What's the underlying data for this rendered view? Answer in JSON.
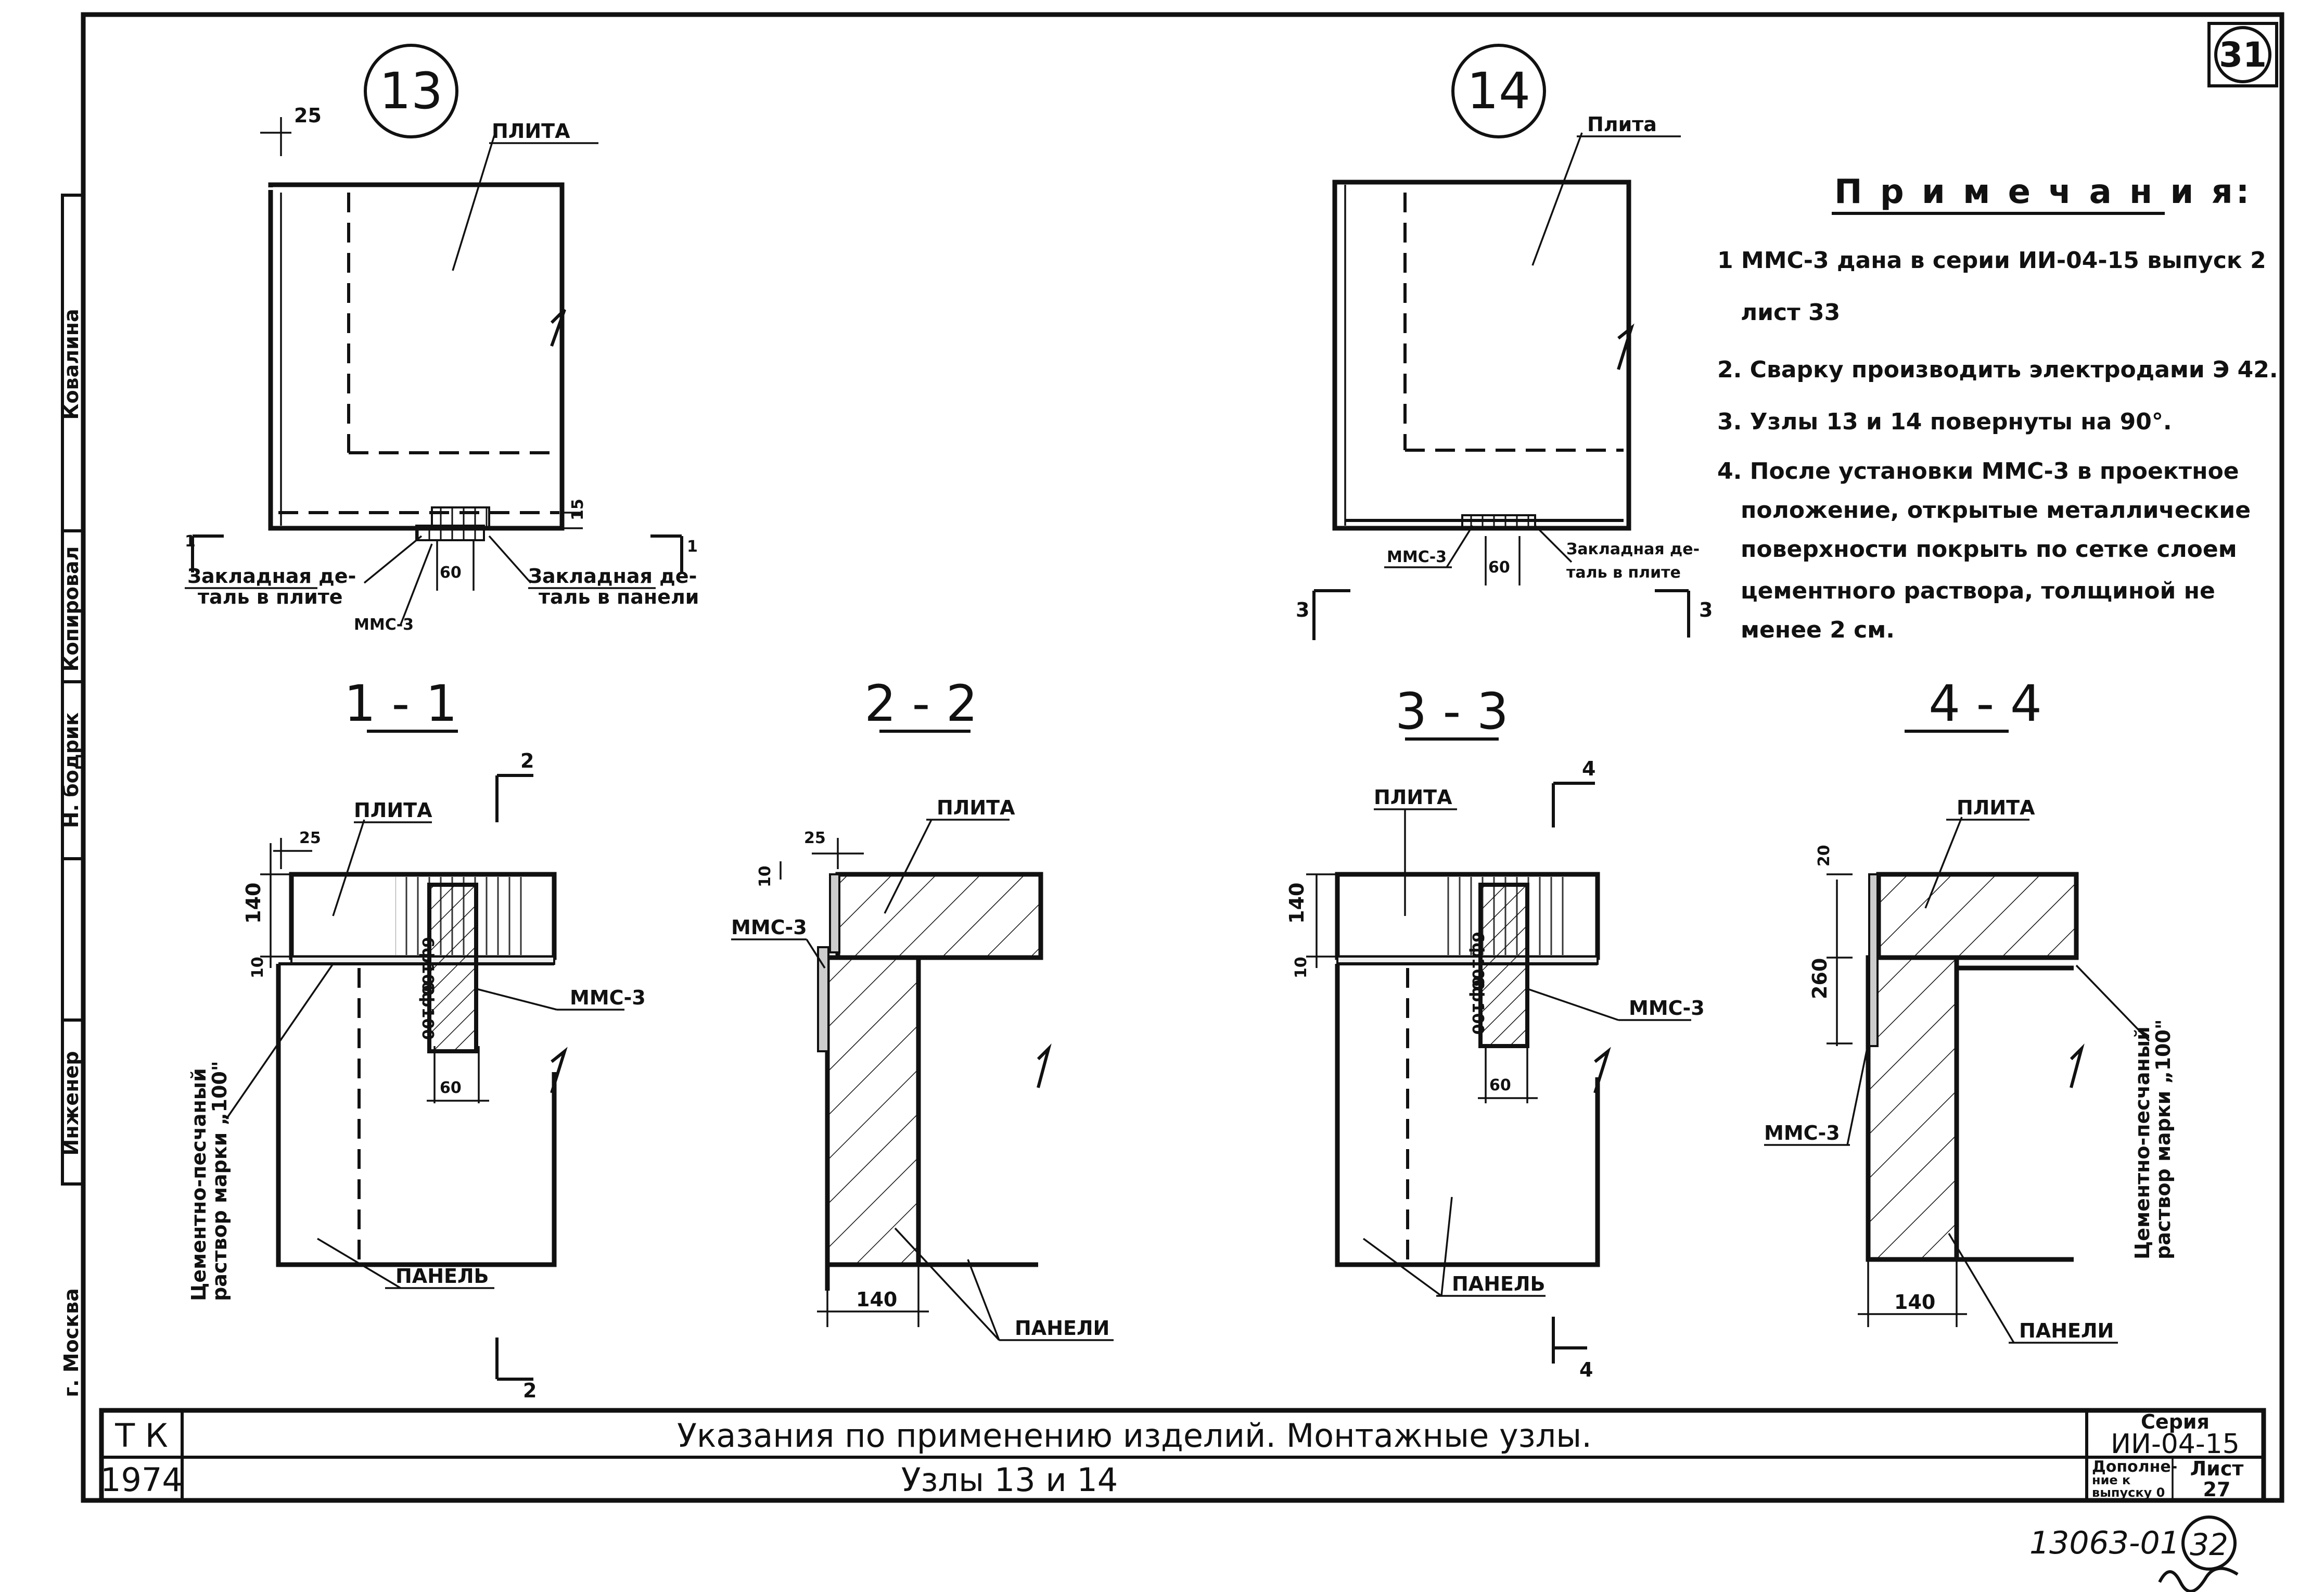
{
  "sheet": {
    "sheet_number_circle": "31",
    "page_number_circle": "32",
    "archive_code": "13063-01",
    "side_labels": [
      "Ковалина",
      "Копировал",
      "Н. бодрик",
      "Инженер",
      "г. Москва"
    ]
  },
  "details": {
    "node13": {
      "number": "13",
      "plate_label": "ПЛИТА",
      "dim_top": "25",
      "dim_side": "15",
      "dim_bottom": "60",
      "embed_plate_label": "Закладная де-\nталь в плите",
      "embed_panel_label": "Закладная де-\nталь в панели",
      "mms_label": "ММС-3",
      "cut_left": "1",
      "cut_right": "1"
    },
    "node14": {
      "number": "14",
      "plate_label": "Плита",
      "mms_label": "ММС-3",
      "dim_bottom": "60",
      "embed_plate_label": "Закладная де-\nталь в плите",
      "cut_left": "3",
      "cut_right": "3"
    }
  },
  "notes": {
    "title": "П р и м е ч а н и я:",
    "lines": [
      "1  ММС-3 дана в серии ИИ-04-15 выпуск 2",
      "лист 33",
      "2. Сварку производить электродами Э 42.",
      "3. Узлы 13 и 14 повернуты на 90°.",
      "4. После установки ММС-3 в проектное",
      "положение, открытые металлические",
      "поверхности покрыть по сетке слоем",
      "цементного раствора, толщиной не",
      "менее 2 см."
    ]
  },
  "sections": {
    "s11": {
      "title": "1 - 1",
      "plate_label": "ПЛИТА",
      "panel_label": "ПАНЕЛЬ",
      "mms_label": "ММС-3",
      "mortar_label": "Цементно-песчаный\nраствор марки „100\"",
      "dim_25": "25",
      "dim_140": "140",
      "dim_10": "10",
      "dim_60": "60",
      "rebar_top": "6ф100",
      "rebar_bot": "6ф100",
      "cut": "2"
    },
    "s22": {
      "title": "2 - 2",
      "plate_label": "ПЛИТА",
      "panel_label": "ПАНЕЛИ",
      "mms_label": "ММС-3",
      "dim_25": "25",
      "dim_10": "10",
      "dim_140": "140"
    },
    "s33": {
      "title": "3 - 3",
      "plate_label": "ПЛИТА",
      "panel_label": "ПАНЕЛЬ",
      "mms_label": "ММС-3",
      "dim_140": "140",
      "dim_10": "10",
      "dim_60": "60",
      "rebar_top": "6ф100",
      "rebar_bot": "6ф100",
      "cut": "4"
    },
    "s44": {
      "title": "4 - 4",
      "plate_label": "ПЛИТА",
      "panel_label": "ПАНЕЛИ",
      "mms_label": "ММС-3",
      "mortar_label": "Цементно-песчаный\nраствор марки „100\"",
      "dim_20": "20",
      "dim_260": "260",
      "dim_140": "140"
    }
  },
  "title_block": {
    "org": "Т К",
    "year": "1974",
    "title_line1": "Указания по применению изделий.      Монтажные узлы.",
    "title_line2": "Узлы    13  и  14",
    "series_label": "Серия",
    "series_value": "ИИ-04-15",
    "addendum_label": "Дополне-\nние к\nвыпуску 0",
    "sheet_label": "Лист",
    "sheet_value": "27"
  }
}
